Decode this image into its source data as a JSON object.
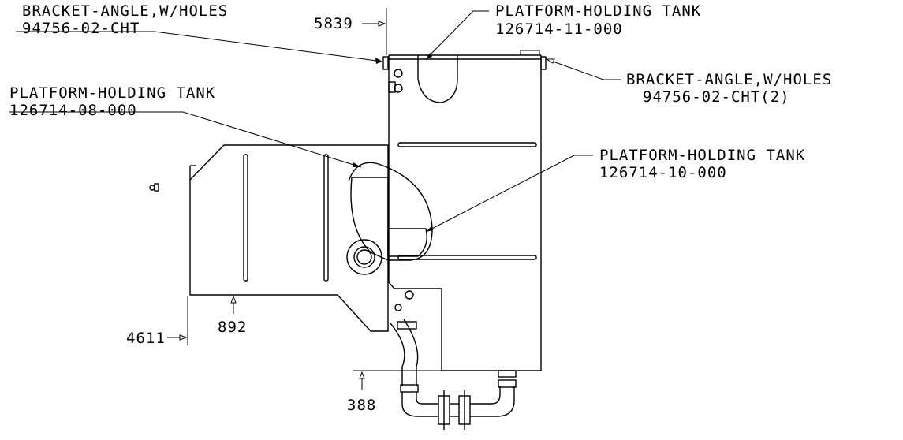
{
  "callouts": [
    {
      "id": "bracket-left",
      "line1": "BRACKET-ANGLE,W/HOLES",
      "line2": "94756-02-CHT"
    },
    {
      "id": "tank-top",
      "line1": "PLATFORM-HOLDING TANK",
      "line2": "126714-11-000"
    },
    {
      "id": "bracket-right",
      "line1": "BRACKET-ANGLE,W/HOLES",
      "line2": "94756-02-CHT(2)"
    },
    {
      "id": "tank-left",
      "line1": "PLATFORM-HOLDING TANK",
      "line2": "126714-08-000"
    },
    {
      "id": "tank-mid",
      "line1": "PLATFORM-HOLDING TANK",
      "line2": "126714-10-000"
    }
  ],
  "dimensions": {
    "top": "5839",
    "left": "4611",
    "bottom_left": "892",
    "bottom": "388"
  }
}
